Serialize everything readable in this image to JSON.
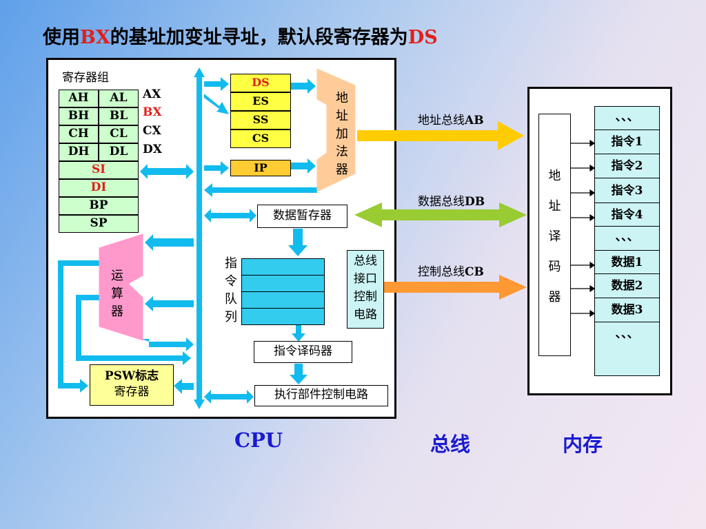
{
  "title": {
    "p1": "使用",
    "p2": "BX",
    "p3": "的基址加变址寻址，默认段寄存器为",
    "p4": "DS"
  },
  "registers": {
    "group_label": "寄存器组",
    "pairs": [
      [
        "AH",
        "AL"
      ],
      [
        "BH",
        "BL"
      ],
      [
        "CH",
        "CL"
      ],
      [
        "DH",
        "DL"
      ]
    ],
    "wide_names": [
      "AX",
      "BX",
      "CX",
      "DX"
    ],
    "index": [
      "SI",
      "DI",
      "BP",
      "SP"
    ]
  },
  "segments": [
    "DS",
    "ES",
    "SS",
    "CS"
  ],
  "ip": "IP",
  "address_adder": [
    "地",
    "址",
    "加",
    "法",
    "器"
  ],
  "data_buffer": "数据暂存器",
  "instr_queue_label": [
    "指",
    "令",
    "队",
    "列"
  ],
  "bus_interface": [
    "总线",
    "接口",
    "控制",
    "电路"
  ],
  "alu": [
    "运",
    "算",
    "器"
  ],
  "decoder": "指令译码器",
  "exec_control": "执行部件控制电路",
  "psw": [
    "PSW标志",
    "寄存器"
  ],
  "buses": {
    "ab": {
      "p1": "地址总线",
      "p2": "AB"
    },
    "db": {
      "p1": "数据总线",
      "p2": "DB"
    },
    "cb": {
      "p1": "控制总线",
      "p2": "CB"
    }
  },
  "memory": {
    "decoder": [
      "地",
      "址",
      "译",
      "码",
      "器"
    ],
    "cells": [
      "、、、",
      "指令1",
      "指令2",
      "指令3",
      "指令4",
      "、、、",
      "数据1",
      "数据2",
      "数据3",
      "、、、"
    ]
  },
  "bottom": {
    "cpu": "CPU",
    "bus": "总线",
    "mem": "内存"
  },
  "colors": {
    "register_green": "#ccffcc",
    "segment_yellow": "#ffff44",
    "ip_orange": "#ffcc33",
    "bus_cyan": "#11bbee",
    "accent_red": "#e0201a",
    "adder_peach": "#ffcc99",
    "alu_pink": "#ff99cc",
    "memory_cyan": "#ccf4f4",
    "ab_arrow": "#ffcc00",
    "db_arrow": "#99cc33",
    "cb_arrow": "#ff9933",
    "label_blue": "#1a1ad0"
  }
}
